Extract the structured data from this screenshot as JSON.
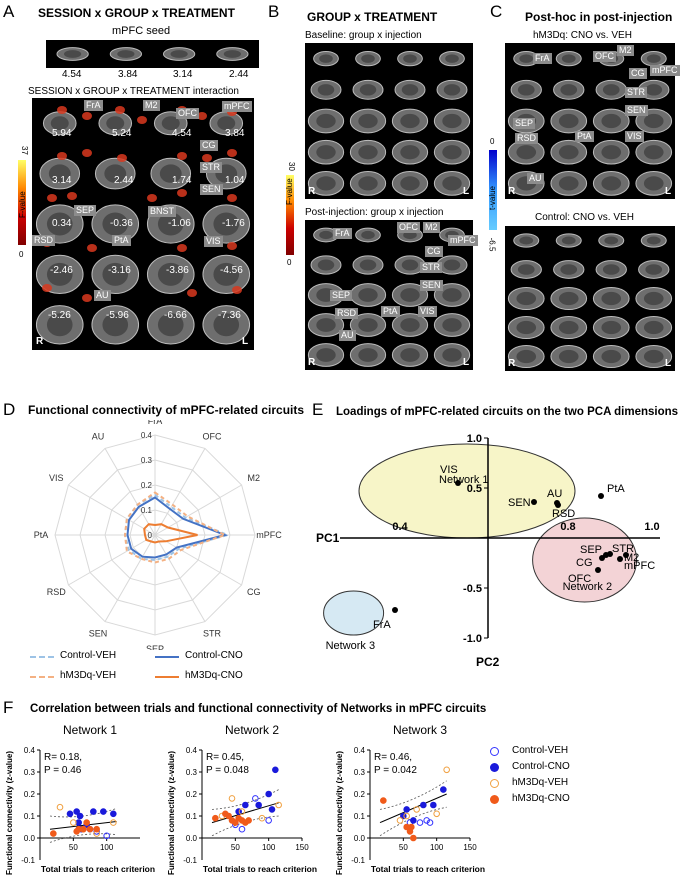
{
  "panelA": {
    "letter": "A",
    "title": "SESSION x GROUP x TREATMENT",
    "seed_label": "mPFC seed",
    "seed_values": [
      "4.54",
      "3.84",
      "3.14",
      "2.44"
    ],
    "interaction_label": "SESSION x GROUP x TREATMENT interaction",
    "slice_values": [
      "5.94",
      "5.24",
      "4.54",
      "3.84",
      "3.14",
      "2.44",
      "1.74",
      "1.04",
      "0.34",
      "-0.36",
      "-1.06",
      "-1.76",
      "-2.46",
      "-3.16",
      "-3.86",
      "-4.56",
      "-5.26",
      "-5.96",
      "-6.66",
      "-7.36"
    ],
    "region_tags": [
      "FrA",
      "M2",
      "OFC",
      "mPFC",
      "CG",
      "STR",
      "SEN",
      "BNST",
      "SEP",
      "RSD",
      "PtA",
      "VIS",
      "AU"
    ],
    "cbar_max": "37",
    "cbar_min": "0",
    "cbar_label": "F-value",
    "side_r": "R",
    "side_l": "L"
  },
  "panelB": {
    "letter": "B",
    "title": "GROUP x TREATMENT",
    "baseline_label": "Baseline: group x injection",
    "post_label": "Post-injection: group x injection",
    "region_tags": [
      "FrA",
      "OFC",
      "M2",
      "mPFC",
      "CG",
      "STR",
      "SEN",
      "SEP",
      "RSD",
      "PtA",
      "VIS",
      "AU"
    ],
    "cbar_max": "30",
    "cbar_min": "0",
    "cbar_label": "F-value",
    "side_r": "R",
    "side_l": "L"
  },
  "panelC": {
    "letter": "C",
    "title": "Post-hoc in post-injection",
    "hm3dq_label": "hM3Dq: CNO vs. VEH",
    "control_label": "Control: CNO vs. VEH",
    "region_tags": [
      "FrA",
      "OFC",
      "M2",
      "CG",
      "mPFC",
      "STR",
      "SEN",
      "SEP",
      "RSD",
      "PtA",
      "VIS",
      "AU"
    ],
    "cbar_min": "-6.5",
    "cbar_max": "0",
    "cbar_label": "t-value",
    "side_r": "R",
    "side_l": "L"
  },
  "panelD": {
    "letter": "D",
    "title": "Functional connectivity of mPFC-related circuits",
    "legend": [
      "Control-VEH",
      "Control-CNO",
      "hM3Dq-VEH",
      "hM3Dq-CNO"
    ],
    "colors": {
      "control_veh": "#9dc3e6",
      "control_cno": "#4472c4",
      "hm3dq_veh": "#f4b183",
      "hm3dq_cno": "#ed7d31"
    }
  },
  "panelE": {
    "letter": "E",
    "title": "Loadings of mPFC-related circuits on the two PCA dimensions",
    "xlabel": "PC1",
    "ylabel": "PC2",
    "network_labels": [
      "Network 1",
      "Network 2",
      "Network 3"
    ],
    "colors": {
      "network1": "#f7f5c8",
      "network2": "#f3d3d6",
      "network3": "#d6e9f3"
    }
  },
  "panelF": {
    "letter": "F",
    "title": "Correlation between trials and functional connectivity of Networks  in mPFC circuits",
    "ylabel": "Functional connectivity (z-value)",
    "xlabel": "Total trials to reach criterion",
    "subplots": [
      {
        "title": "Network 1",
        "r": "R= 0.18,",
        "p": "P = 0.46"
      },
      {
        "title": "Network 2",
        "r": "R= 0.45,",
        "p": "P = 0.048"
      },
      {
        "title": "Network 3",
        "r": "R= 0.46,",
        "p": "P = 0.042"
      }
    ],
    "legend": [
      "Control-VEH",
      "Control-CNO",
      "hM3Dq-VEH",
      "hM3Dq-CNO"
    ],
    "colors": {
      "control_veh": "#3333ff",
      "control_cno": "#1a1adb",
      "hm3dq_veh": "#f0a040",
      "hm3dq_cno": "#f05a1a"
    }
  },
  "chart_data": [
    {
      "type": "radar",
      "title": "Functional connectivity of mPFC-related circuits",
      "axes": [
        "FrA",
        "OFC",
        "M2",
        "mPFC",
        "CG",
        "STR",
        "SEP",
        "SEN",
        "RSD",
        "PtA",
        "VIS",
        "AU"
      ],
      "rticks": [
        "0.1",
        "0.2",
        "0.3",
        "0.4"
      ],
      "rtick_zero": "0",
      "rlim": [
        0,
        0.4
      ],
      "series": [
        {
          "name": "Control-VEH",
          "values": [
            0.16,
            0.13,
            0.14,
            0.29,
            0.11,
            0.1,
            0.1,
            0.11,
            0.12,
            0.12,
            0.13,
            0.14
          ]
        },
        {
          "name": "Control-CNO",
          "values": [
            0.15,
            0.12,
            0.13,
            0.28,
            0.1,
            0.09,
            0.09,
            0.1,
            0.11,
            0.11,
            0.12,
            0.13
          ]
        },
        {
          "name": "hM3Dq-VEH",
          "values": [
            0.17,
            0.14,
            0.15,
            0.28,
            0.12,
            0.11,
            0.11,
            0.11,
            0.13,
            0.12,
            0.13,
            0.14
          ]
        },
        {
          "name": "hM3Dq-CNO",
          "values": [
            0.04,
            0.05,
            0.06,
            0.17,
            0.05,
            0.03,
            0.03,
            0.03,
            0.04,
            0.04,
            0.05,
            0.05
          ]
        }
      ]
    },
    {
      "type": "scatter",
      "title": "Loadings of mPFC-related circuits on the two PCA dimensions",
      "xlabel": "PC1",
      "ylabel": "PC2",
      "xlim": [
        0.4,
        1.0
      ],
      "ylim": [
        -1.0,
        1.0
      ],
      "xticks": [
        "0.4",
        "0.8",
        "1.0"
      ],
      "yticks": [
        "1.0",
        "0.5",
        "-0.5",
        "-1.0"
      ],
      "points": [
        {
          "label": "VIS",
          "x": 0.4,
          "y": 0.55
        },
        {
          "label": "SEN",
          "x": 0.5,
          "y": 0.36
        },
        {
          "label": "AU",
          "x": 0.55,
          "y": 0.35
        },
        {
          "label": "RSD",
          "x": 0.55,
          "y": 0.33
        },
        {
          "label": "PtA",
          "x": 0.62,
          "y": 0.42
        },
        {
          "label": "SEP",
          "x": 0.79,
          "y": -0.17
        },
        {
          "label": "CG",
          "x": 0.8,
          "y": -0.2
        },
        {
          "label": "STR",
          "x": 0.82,
          "y": -0.16
        },
        {
          "label": "M2",
          "x": 0.86,
          "y": -0.21
        },
        {
          "label": "mPFC",
          "x": 0.87,
          "y": -0.17
        },
        {
          "label": "OFC",
          "x": 0.76,
          "y": -0.32
        },
        {
          "label": "FrA",
          "x": 0.28,
          "y": -0.72
        }
      ]
    },
    {
      "type": "scatter",
      "title": "Network 1",
      "xlim": [
        0,
        150
      ],
      "ylim": [
        -0.1,
        0.4
      ],
      "xticks": [
        "50",
        "100"
      ],
      "yticks": [
        "0.0",
        "0.1",
        "0.2",
        "0.3",
        "0.4"
      ],
      "series": [
        {
          "name": "Control-VEH",
          "x": [
            85,
            100,
            75
          ],
          "y": [
            0.03,
            0.01,
            0.04
          ]
        },
        {
          "name": "Control-CNO",
          "x": [
            45,
            55,
            60,
            70,
            80,
            95,
            110,
            58,
            62
          ],
          "y": [
            0.11,
            0.12,
            0.1,
            0.06,
            0.12,
            0.12,
            0.11,
            0.07,
            0.04
          ]
        },
        {
          "name": "hM3Dq-VEH",
          "x": [
            30,
            50,
            65,
            85,
            110
          ],
          "y": [
            0.14,
            0.07,
            0.04,
            0.02,
            0.07
          ]
        },
        {
          "name": "hM3Dq-CNO",
          "x": [
            20,
            55,
            58,
            65,
            70,
            75,
            85
          ],
          "y": [
            0.02,
            0.03,
            0.04,
            0.04,
            0.07,
            0.04,
            0.04
          ]
        }
      ],
      "fit": {
        "x": [
          15,
          115
        ],
        "y": [
          0.04,
          0.075
        ]
      }
    },
    {
      "type": "scatter",
      "title": "Network 2",
      "xlim": [
        0,
        150
      ],
      "ylim": [
        -0.1,
        0.4
      ],
      "xticks": [
        "50",
        "100",
        "150"
      ],
      "yticks": [
        "0.0",
        "0.1",
        "0.2",
        "0.3",
        "0.4"
      ],
      "series": [
        {
          "name": "Control-VEH",
          "x": [
            50,
            60,
            80,
            100
          ],
          "y": [
            0.06,
            0.04,
            0.18,
            0.08
          ]
        },
        {
          "name": "Control-CNO",
          "x": [
            55,
            65,
            85,
            100,
            105,
            110
          ],
          "y": [
            0.12,
            0.15,
            0.15,
            0.2,
            0.13,
            0.31
          ]
        },
        {
          "name": "hM3Dq-VEH",
          "x": [
            30,
            45,
            60,
            90,
            115
          ],
          "y": [
            0.1,
            0.18,
            0.12,
            0.09,
            0.15
          ]
        },
        {
          "name": "hM3Dq-CNO",
          "x": [
            20,
            35,
            40,
            45,
            50,
            55,
            60,
            65,
            70
          ],
          "y": [
            0.09,
            0.11,
            0.1,
            0.08,
            0.07,
            0.09,
            0.08,
            0.07,
            0.08
          ]
        }
      ],
      "fit": {
        "x": [
          15,
          115
        ],
        "y": [
          0.07,
          0.16
        ]
      }
    },
    {
      "type": "scatter",
      "title": "Network 3",
      "xlim": [
        0,
        150
      ],
      "ylim": [
        -0.1,
        0.4
      ],
      "xticks": [
        "50",
        "100",
        "150"
      ],
      "yticks": [
        "0.0",
        "0.1",
        "0.2",
        "0.3",
        "0.4"
      ],
      "series": [
        {
          "name": "Control-VEH",
          "x": [
            60,
            75,
            85,
            90
          ],
          "y": [
            0.07,
            0.07,
            0.08,
            0.07
          ]
        },
        {
          "name": "Control-CNO",
          "x": [
            50,
            55,
            65,
            80,
            95,
            110
          ],
          "y": [
            0.1,
            0.13,
            0.08,
            0.15,
            0.15,
            0.22
          ]
        },
        {
          "name": "hM3Dq-VEH",
          "x": [
            45,
            55,
            70,
            100,
            115
          ],
          "y": [
            0.08,
            0.1,
            0.13,
            0.11,
            0.31
          ]
        },
        {
          "name": "hM3Dq-CNO",
          "x": [
            20,
            55,
            60,
            62,
            65
          ],
          "y": [
            0.17,
            0.05,
            0.03,
            0.05,
            0.0
          ]
        }
      ],
      "fit": {
        "x": [
          15,
          115
        ],
        "y": [
          0.07,
          0.2
        ]
      }
    }
  ]
}
